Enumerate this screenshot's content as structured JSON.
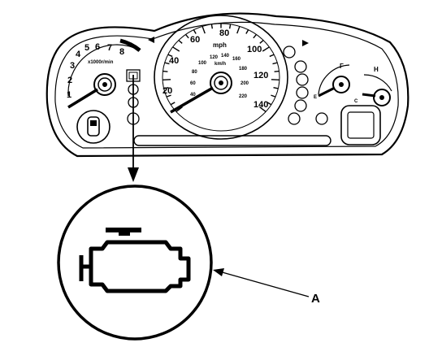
{
  "tachometer": {
    "ticks": [
      "1",
      "2",
      "3",
      "4",
      "5",
      "6",
      "7",
      "8"
    ],
    "unit": "x1000r/min"
  },
  "speedometer": {
    "mph_ticks": [
      "20",
      "40",
      "60",
      "80",
      "100",
      "120",
      "140"
    ],
    "unit_mph": "mph",
    "kmh_ticks": [
      "40",
      "60",
      "80",
      "100",
      "120",
      "140",
      "160",
      "180",
      "200",
      "220"
    ],
    "unit_kmh": "km/h"
  },
  "fuel_gauge": {
    "label_full": "F",
    "label_empty": "E"
  },
  "temp_gauge": {
    "label_hot": "H",
    "label_cold": "C"
  },
  "callout": {
    "label": "A"
  },
  "icons": {
    "warning_light": "check-engine-icon",
    "door": "door-ajar-icon",
    "odometer": "odometer-display"
  }
}
